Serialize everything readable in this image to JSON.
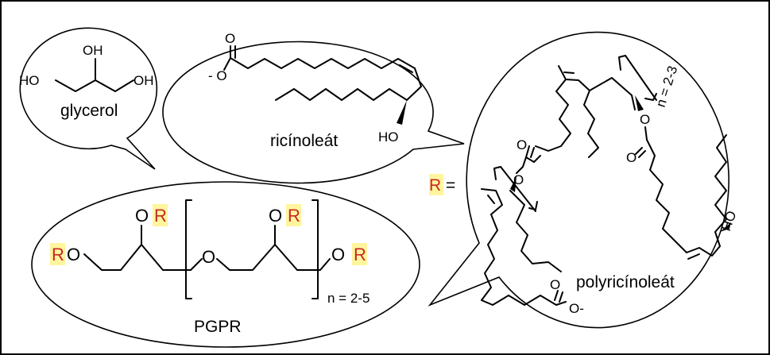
{
  "glycerol": {
    "label": "glycerol",
    "atoms": {
      "oh_top": "OH",
      "oh_left": "HO",
      "oh_right": "OH"
    }
  },
  "ricinoleate": {
    "label": "ricínoleát",
    "atoms": {
      "o_carbonyl": "O",
      "o_minus": "- O",
      "ho": "HO"
    }
  },
  "pgpr": {
    "label": "PGPR",
    "repeat": "n = 2-5",
    "atoms": {
      "o": "O",
      "r": "R"
    }
  },
  "polyricinoleate": {
    "label": "polyricínoleát",
    "repeat": "n = 2-3",
    "r_equals": "R =",
    "r": "R",
    "eq": " =",
    "atoms": {
      "o": "O",
      "ho": "HO",
      "o_minus": "O-"
    }
  },
  "colors": {
    "r_group": "#c62828",
    "highlight": "#fff59d"
  }
}
